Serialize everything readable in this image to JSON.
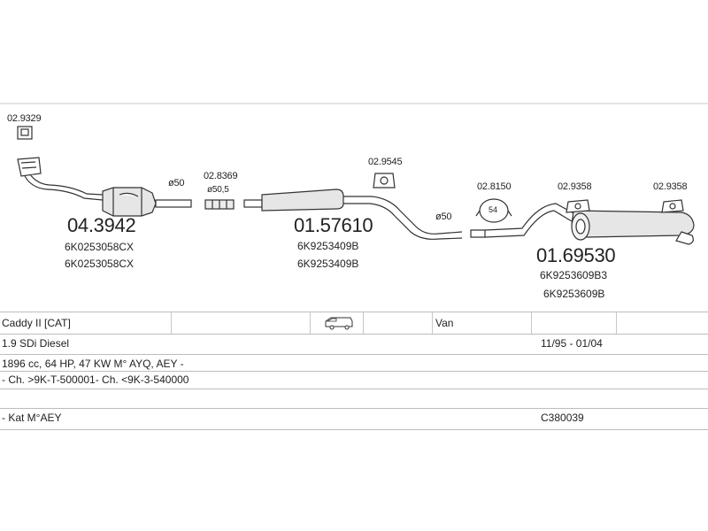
{
  "parts": [
    {
      "id": "p1",
      "number": "02.9329"
    },
    {
      "id": "p2",
      "number": "04.3942",
      "codes": [
        "6K0253058CX",
        "6K0253058CX"
      ]
    },
    {
      "id": "p3",
      "number": "02.8369",
      "note": "ø50,5"
    },
    {
      "id": "p4",
      "number": "01.57610",
      "codes": [
        "6K9253409B",
        "6K9253409B"
      ]
    },
    {
      "id": "p5",
      "number": "02.9545"
    },
    {
      "id": "p6",
      "number": "02.8150",
      "badge": "54"
    },
    {
      "id": "p7",
      "number": "02.9358"
    },
    {
      "id": "p8",
      "number": "02.9358"
    },
    {
      "id": "p9",
      "number": "01.69530",
      "codes": [
        "6K9253609B3",
        "6K9253609B"
      ]
    }
  ],
  "diameters": {
    "d1": "ø50",
    "d2": "ø50"
  },
  "vehicle": {
    "model": "Caddy II  [CAT]",
    "body_type": "Van",
    "engine": "1.9 SDi Diesel",
    "years": "11/95 - 01/04",
    "specs": "1896 cc, 64 HP, 47 KW M° AYQ, AEY -",
    "chassis": "- Ch. >9K-T-500001- Ch. <9K-3-540000",
    "kat": "- Kat M°AEY",
    "ref": "C380039"
  },
  "icons": {
    "van": "van-icon"
  }
}
